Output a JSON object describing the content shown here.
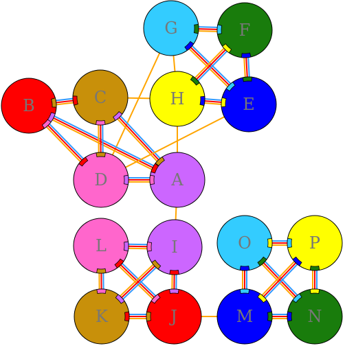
{
  "colors": {
    "red": "#ff0000",
    "gold": "#c8900a",
    "cyan": "#33ccff",
    "green": "#197c0c",
    "yellow": "#ffff00",
    "blue": "#0000ff",
    "pink": "#ff66cc",
    "purple": "#cc66ff",
    "orange": "#ffa500",
    "sky": "#3399ff"
  },
  "nodes": [
    {
      "id": "G",
      "label": "G",
      "color": "#33ccff"
    },
    {
      "id": "F",
      "label": "F",
      "color": "#197c0c"
    },
    {
      "id": "B",
      "label": "B",
      "color": "#ff0000"
    },
    {
      "id": "C",
      "label": "C",
      "color": "#c8900a"
    },
    {
      "id": "H",
      "label": "H",
      "color": "#ffff00"
    },
    {
      "id": "E",
      "label": "E",
      "color": "#0000ff"
    },
    {
      "id": "D",
      "label": "D",
      "color": "#ff66cc"
    },
    {
      "id": "A",
      "label": "A",
      "color": "#cc66ff"
    },
    {
      "id": "L",
      "label": "L",
      "color": "#ff66cc"
    },
    {
      "id": "I",
      "label": "I",
      "color": "#cc66ff"
    },
    {
      "id": "O",
      "label": "O",
      "color": "#33ccff"
    },
    {
      "id": "P",
      "label": "P",
      "color": "#ffff00"
    },
    {
      "id": "K",
      "label": "K",
      "color": "#c8900a"
    },
    {
      "id": "J",
      "label": "J",
      "color": "#ff0000"
    },
    {
      "id": "M",
      "label": "M",
      "color": "#0000ff"
    },
    {
      "id": "N",
      "label": "N",
      "color": "#197c0c"
    }
  ],
  "edges": [
    {
      "from": "G",
      "to": "F",
      "style": "triple"
    },
    {
      "from": "G",
      "to": "E",
      "style": "triple"
    },
    {
      "from": "F",
      "to": "H",
      "style": "triple"
    },
    {
      "from": "F",
      "to": "E",
      "style": "triple"
    },
    {
      "from": "G",
      "to": "H",
      "style": "single"
    },
    {
      "from": "H",
      "to": "E",
      "style": "triple"
    },
    {
      "from": "G",
      "to": "D",
      "style": "single"
    },
    {
      "from": "B",
      "to": "C",
      "style": "triple"
    },
    {
      "from": "B",
      "to": "D",
      "style": "triple"
    },
    {
      "from": "B",
      "to": "A",
      "style": "triple"
    },
    {
      "from": "C",
      "to": "H",
      "style": "single"
    },
    {
      "from": "C",
      "to": "D",
      "style": "triple"
    },
    {
      "from": "C",
      "to": "A",
      "style": "triple"
    },
    {
      "from": "D",
      "to": "A",
      "style": "triple"
    },
    {
      "from": "H",
      "to": "A",
      "style": "single"
    },
    {
      "from": "E",
      "to": "D",
      "style": "single"
    },
    {
      "from": "A",
      "to": "I",
      "style": "single"
    },
    {
      "from": "L",
      "to": "I",
      "style": "triple"
    },
    {
      "from": "L",
      "to": "K",
      "style": "triple"
    },
    {
      "from": "L",
      "to": "J",
      "style": "triple"
    },
    {
      "from": "I",
      "to": "K",
      "style": "triple"
    },
    {
      "from": "I",
      "to": "J",
      "style": "triple"
    },
    {
      "from": "K",
      "to": "J",
      "style": "triple"
    },
    {
      "from": "J",
      "to": "M",
      "style": "single"
    },
    {
      "from": "O",
      "to": "P",
      "style": "triple"
    },
    {
      "from": "O",
      "to": "M",
      "style": "triple"
    },
    {
      "from": "O",
      "to": "N",
      "style": "triple"
    },
    {
      "from": "P",
      "to": "M",
      "style": "triple"
    },
    {
      "from": "P",
      "to": "N",
      "style": "triple"
    },
    {
      "from": "M",
      "to": "N",
      "style": "triple"
    }
  ]
}
